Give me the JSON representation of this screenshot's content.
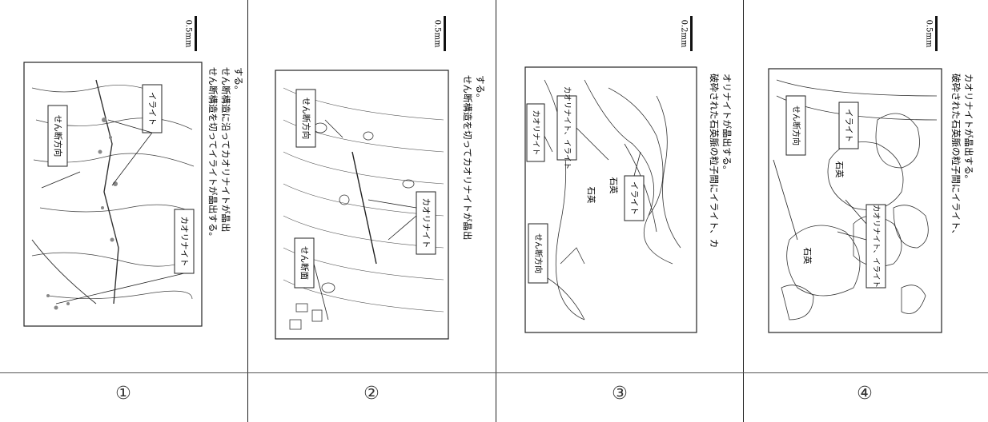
{
  "panels": [
    {
      "number": "①",
      "scale": "0.5mm",
      "labels": {
        "a": "イライト",
        "b": "せん断方向",
        "c": "カオリナイト"
      },
      "caption": [
        "せん断構造を切ってイライトが晶出する。",
        "せん断構造に沿ってカオリナイトが晶出",
        "する。"
      ]
    },
    {
      "number": "②",
      "scale": "0.5mm",
      "labels": {
        "a": "せん断方向",
        "b": "カオリナイト",
        "c": "せん断面"
      },
      "caption": [
        "せん断構造を切ってカオリナイトが晶出",
        "する。"
      ]
    },
    {
      "number": "③",
      "scale": "0.2mm",
      "labels": {
        "a": "カオリナイト、イライト",
        "b": "カオリナイト",
        "c": "石英",
        "d": "石英",
        "e": "イライト",
        "f": "せん断方向"
      },
      "caption": [
        "破砕された石英脈の粒子間にイライト、カ",
        "オリナイトが晶出する。"
      ]
    },
    {
      "number": "④",
      "scale": "0.5mm",
      "labels": {
        "a": "せん断方向",
        "b": "イライト",
        "c": "石英",
        "d": "石英",
        "e": "カオリナイト、イライト"
      },
      "caption": [
        "破砕された石英脈の粒子間にイライト、",
        "カオリナイトが晶出する。"
      ]
    }
  ]
}
